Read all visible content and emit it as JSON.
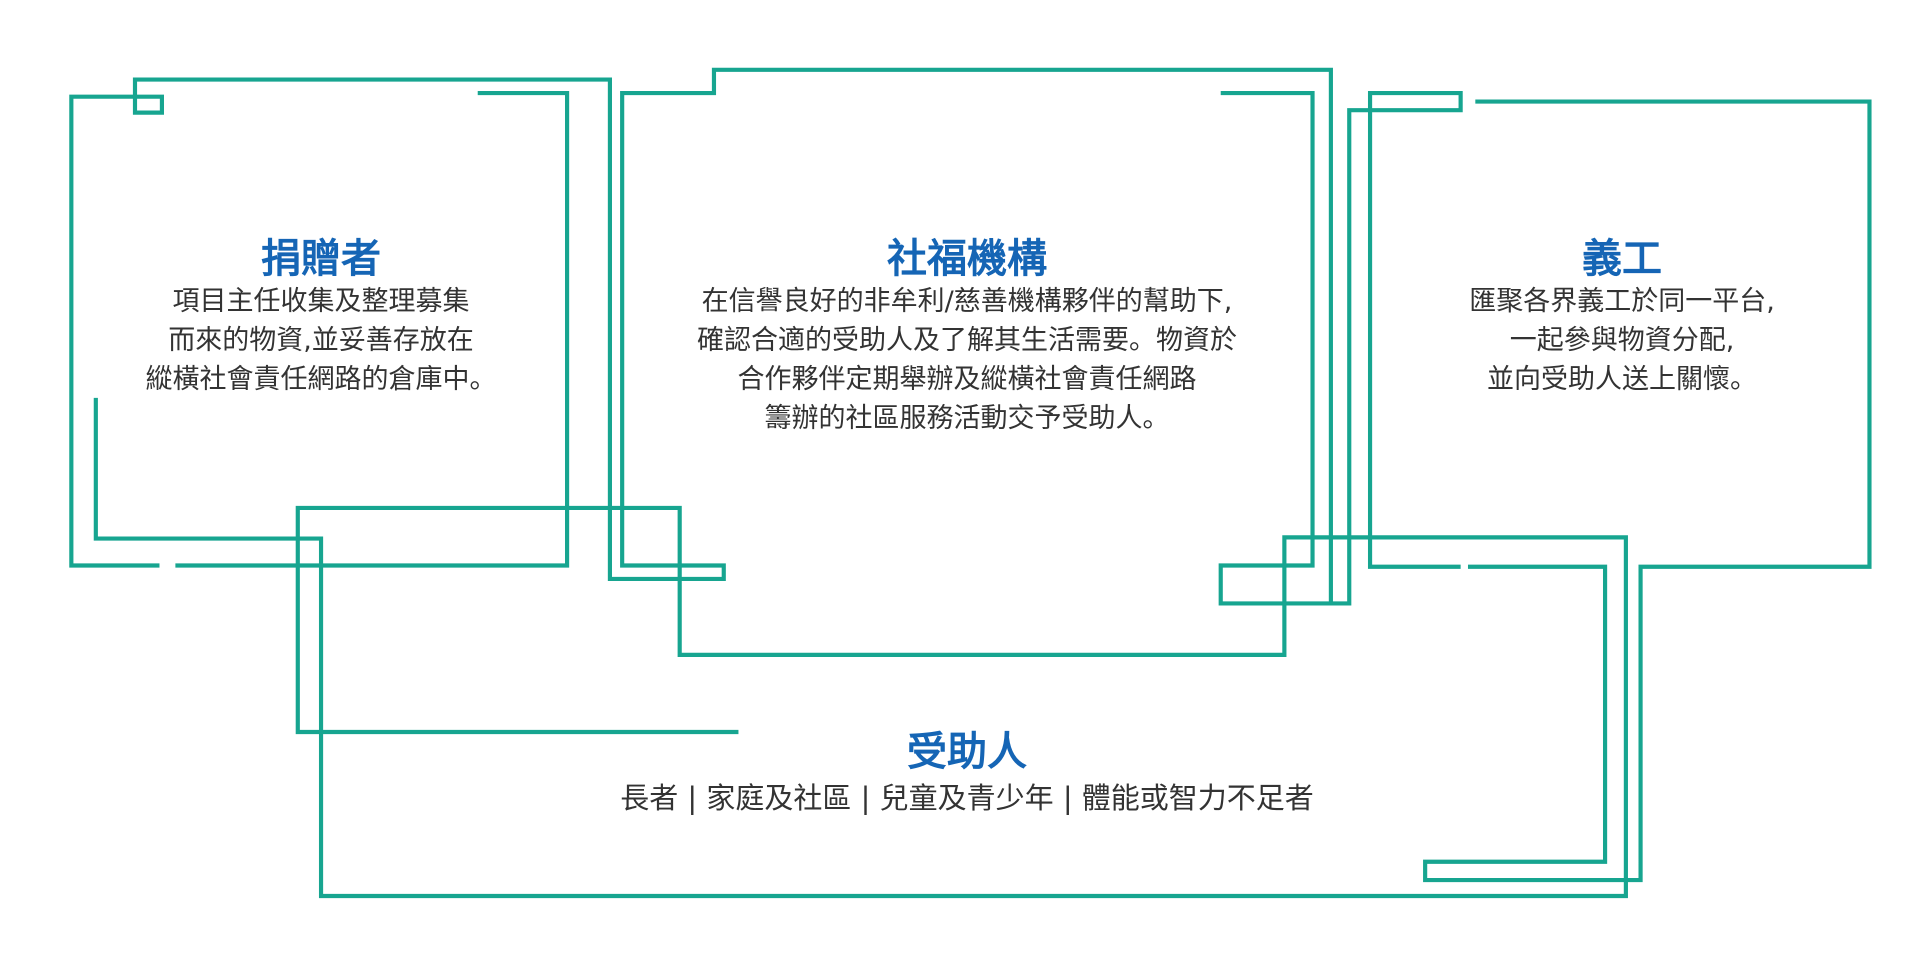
{
  "colors": {
    "line": "#17a590",
    "title": "#1565b5",
    "text": "#333333"
  },
  "donor": {
    "title": "捐贈者",
    "lines": [
      "項目主任收集及整理募集",
      "而來的物資,並妥善存放在",
      "縱橫社會責任網路的倉庫中。"
    ]
  },
  "welfare": {
    "title": "社福機構",
    "lines": [
      "在信譽良好的非牟利/慈善機構夥伴的幫助下,",
      "確認合適的受助人及了解其生活需要。物資於",
      "合作夥伴定期舉辦及縱橫社會責任網路",
      "籌辦的社區服務活動交予受助人。"
    ]
  },
  "volunteer": {
    "title": "義工",
    "lines": [
      "匯聚各界義工於同一平台,",
      "一起參與物資分配,",
      "並向受助人送上關懷。"
    ]
  },
  "recipient": {
    "title": "受助人",
    "line": "長者 | 家庭及社區 | 兒童及青少年 | 體能或智力不足者"
  }
}
